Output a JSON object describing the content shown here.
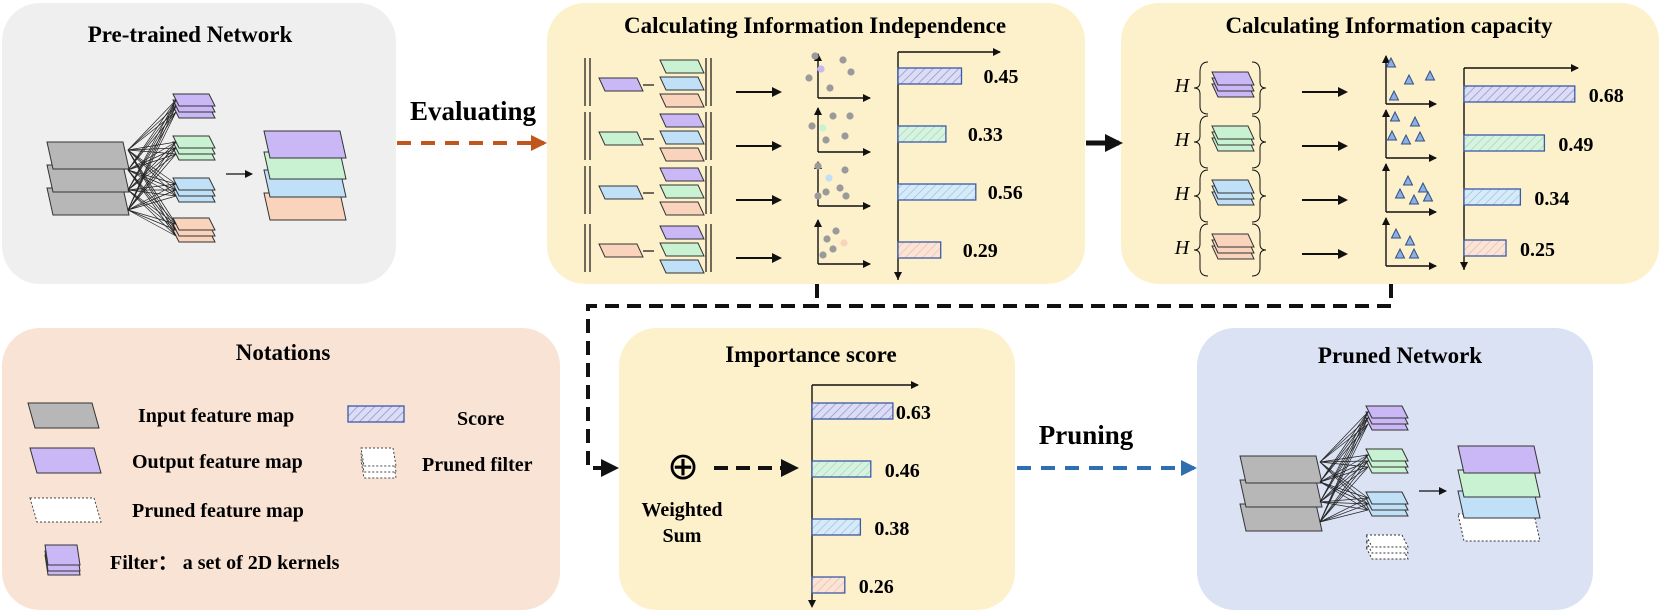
{
  "colors": {
    "gray_panel": "#efefef",
    "yellow_panel": "#fdf1cc",
    "peach_panel": "#f9e3d5",
    "blue_panel": "#dbe2f3",
    "purple": "#c9b8f5",
    "green": "#c8f2d2",
    "blue": "#bfe0f7",
    "orange": "#fad3bd",
    "gray_map": "#b7b7b7",
    "score_fill": "#dcdcf5",
    "bar_stroke": "#3b5aa8",
    "evaluate_arrow": "#c0561b",
    "prune_arrow": "#2f6fb0"
  },
  "panels": {
    "pretrained": {
      "title": "Pre-trained Network"
    },
    "independence": {
      "title": "Calculating Information Independence"
    },
    "capacity": {
      "title": "Calculating Information capacity"
    },
    "notations": {
      "title": "Notations"
    },
    "importance": {
      "title": "Importance score"
    },
    "pruned": {
      "title": "Pruned Network"
    }
  },
  "arrows": {
    "evaluating_label": "Evaluating",
    "pruning_label": "Pruning"
  },
  "independence_scores": [
    "0.45",
    "0.33",
    "0.56",
    "0.29"
  ],
  "capacity_scores": [
    "0.68",
    "0.49",
    "0.34",
    "0.25"
  ],
  "capacity_symbol": "H",
  "importance_scores": [
    "0.63",
    "0.46",
    "0.38",
    "0.26"
  ],
  "weighted_sum": {
    "symbol": "⊕",
    "line1": "Weighted",
    "line2": "Sum"
  },
  "notations": {
    "input": "Input feature map",
    "output": "Output feature map",
    "pruned_map": "Pruned feature map",
    "filter": "Filter：  a set of 2D kernels",
    "score": "Score",
    "pruned_filter": "Pruned filter"
  }
}
